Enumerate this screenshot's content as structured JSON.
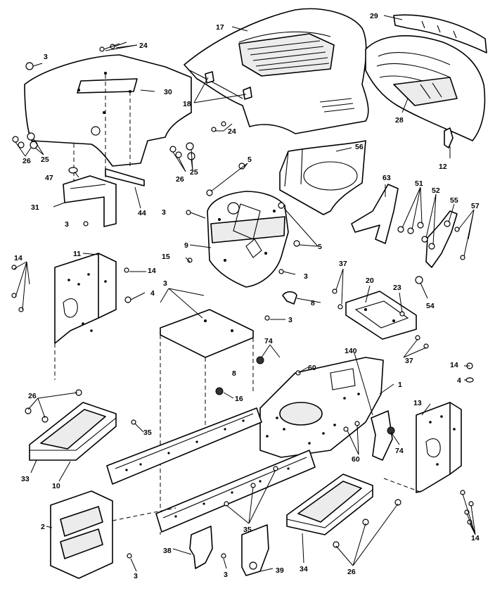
{
  "callouts": {
    "c1": "1",
    "c2": "2",
    "c3": "3",
    "c4": "4",
    "c5": "5",
    "c8": "8",
    "c9": "9",
    "c10": "10",
    "c11": "11",
    "c12": "12",
    "c13": "13",
    "c14": "14",
    "c15": "15",
    "c16": "16",
    "c17": "17",
    "c18": "18",
    "c20": "20",
    "c23": "23",
    "c24": "24",
    "c25": "25",
    "c26": "26",
    "c28": "28",
    "c29": "29",
    "c30": "30",
    "c31": "31",
    "c33": "33",
    "c34": "34",
    "c35": "35",
    "c37": "37",
    "c38": "38",
    "c39": "39",
    "c44": "44",
    "c47": "47",
    "c51": "51",
    "c52": "52",
    "c54": "54",
    "c55": "55",
    "c56": "56",
    "c57": "57",
    "c60": "60",
    "c63": "63",
    "c74": "74",
    "c140": "140"
  }
}
